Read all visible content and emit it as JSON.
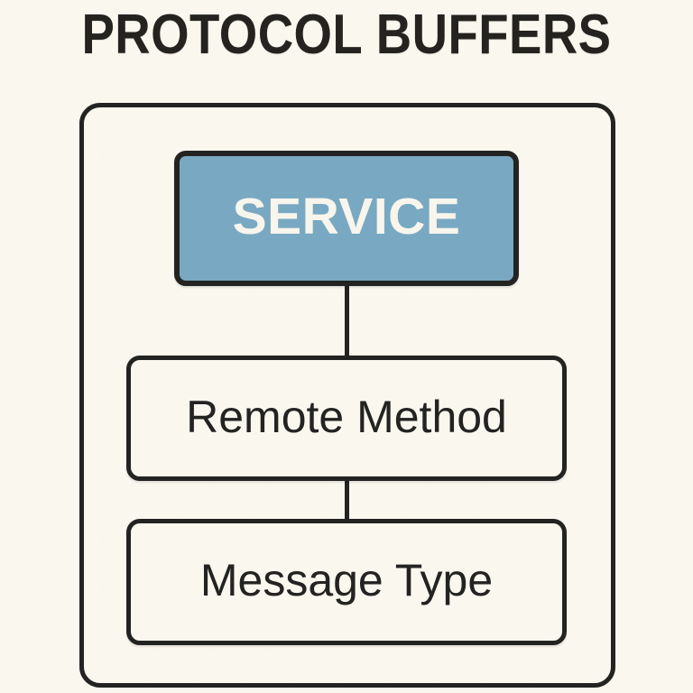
{
  "title": "PROTOCOL BUFFERS",
  "colors": {
    "background": "#FAF7EF",
    "ink": "#232321",
    "service_fill": "#79A9C2",
    "service_text": "#F8F5EC",
    "node_fill": "#FAF7EF",
    "node_text": "#232321"
  },
  "diagram": {
    "type": "flow-hierarchy",
    "container_label": "",
    "nodes": [
      {
        "id": "service",
        "label": "SERVICE",
        "level": 0,
        "fill": "#79A9C2",
        "text_color": "#F8F5EC",
        "emphasis": "highlighted"
      },
      {
        "id": "remote-method",
        "label": "Remote Method",
        "level": 1,
        "fill": "#FAF7EF",
        "text_color": "#232321",
        "emphasis": "normal"
      },
      {
        "id": "message-type",
        "label": "Message Type",
        "level": 2,
        "fill": "#FAF7EF",
        "text_color": "#232321",
        "emphasis": "normal"
      }
    ],
    "connectors": [
      {
        "id": "service-to-remote-method",
        "from": "service",
        "to": "remote-method",
        "style": "solid-vertical"
      },
      {
        "id": "remote-method-to-message-type",
        "from": "remote-method",
        "to": "message-type",
        "style": "solid-vertical"
      }
    ]
  }
}
